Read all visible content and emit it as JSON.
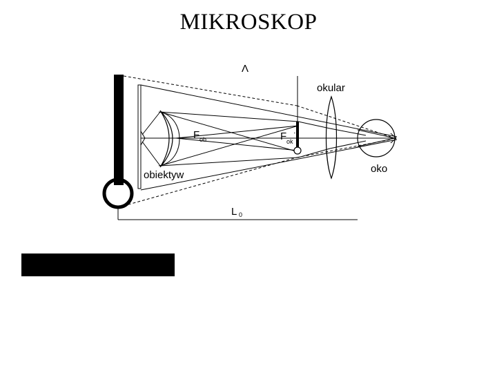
{
  "title": "MIKROSKOP",
  "labels": {
    "lambda": "Λ",
    "okular": "okular",
    "obiektyw": "obiektyw",
    "oko": "oko",
    "f_ob_main": "F",
    "f_ob_sub": "ob",
    "f_ok_main": "F",
    "f_ok_sub": "ok",
    "f_ok_prime": "'",
    "l0_main": "L",
    "l0_sub": "0"
  },
  "colors": {
    "ink": "#000000",
    "background": "#ffffff"
  }
}
